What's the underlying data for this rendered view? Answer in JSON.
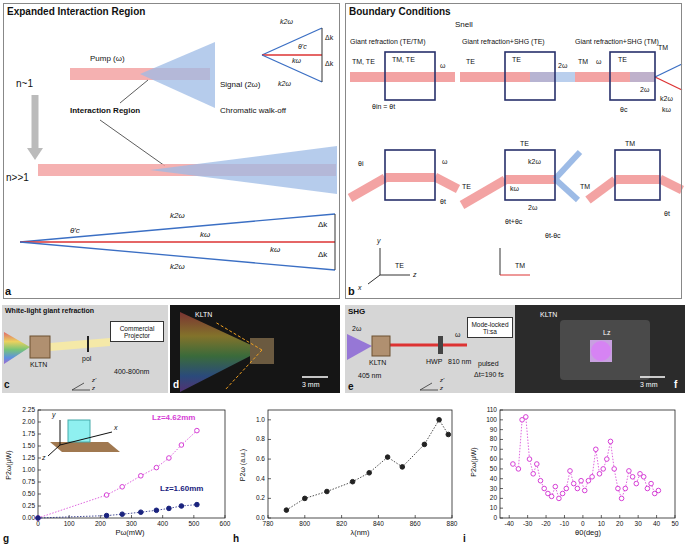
{
  "diagram": {
    "nodes": [
      {
        "text": [
          "Expanded Interaction Region"
        ]
      },
      {
        "text": [
          "Boundary Conditions"
        ]
      },
      {
        "text": [
          "White-light giant refraction"
        ]
      },
      {
        "text": [
          "Commercial Projector"
        ],
        "in": 2
      },
      {
        "text": [
          "SHG"
        ]
      },
      {
        "text": [
          "Mode-locked Ti:sa"
        ],
        "in": 4
      }
    ],
    "labels": [
      "a",
      "n~1",
      "n>>1",
      "Pump (ω)",
      "Signal (2ω)",
      "Chromatic walk-off",
      "Interaction Region",
      "θ'c",
      "k2ω",
      "kω",
      "k2ω",
      "Δk",
      "Δk",
      "θ'c",
      "k2ω",
      "kω",
      "kω",
      "k2ω",
      "Δk",
      "Δk",
      "b",
      "Snell",
      "Giant refraction (TE/TM)",
      "Giant refraction+SHG (TE)",
      "Giant refraction+SHG (TM)",
      "TM, TE",
      "TM, TE",
      "ω",
      "θin = θt",
      "TE",
      "TE",
      "2ω",
      "TM",
      "ω",
      "TE",
      "2ω",
      "TM",
      "k2ω",
      "kω",
      "θc",
      "ω",
      "θi",
      "θt",
      "TE",
      "TE",
      "kω",
      "k2ω",
      "2ω",
      "θt+θc",
      "θt-θc",
      "TM",
      "TM",
      "θt",
      "TE",
      "TM",
      "x",
      "y",
      "z",
      "c",
      "KLTN",
      "pol",
      "400-800nm",
      "z'",
      "z",
      "d",
      "KLTN",
      "3 mm",
      "e",
      "KLTN",
      "2ω",
      "405 nm",
      "HWP",
      "ω",
      "810 nm",
      "pulsed",
      "Δt=190 fs",
      "z'",
      "z",
      "f",
      "KLTN",
      "Lz",
      "3 mm",
      "g",
      "P2ω(μW)",
      "Pω(mW)",
      "Lz=4.62mm",
      "Lz=1.60mm",
      "x",
      "y",
      "z",
      "0.00",
      "0.25",
      "0.50",
      "0.75",
      "1.00",
      "1.25",
      "1.50",
      "1.75",
      "2.00",
      "2.25",
      "0",
      "100",
      "200",
      "300",
      "400",
      "500",
      "600",
      "h",
      "P2ω (a.u.)",
      "λ(nm)",
      "0.0",
      "0.2",
      "0.4",
      "0.6",
      "0.8",
      "1.0",
      "780",
      "800",
      "820",
      "840",
      "860",
      "880",
      "i",
      "P2ω(μW)",
      "θ0(deg)",
      "0",
      "10",
      "20",
      "30",
      "40",
      "50",
      "60",
      "70",
      "80",
      "90",
      "100",
      "110",
      "-40",
      "-30",
      "-20",
      "-10",
      "0",
      "10",
      "20",
      "30",
      "40",
      "50"
    ]
  }
}
